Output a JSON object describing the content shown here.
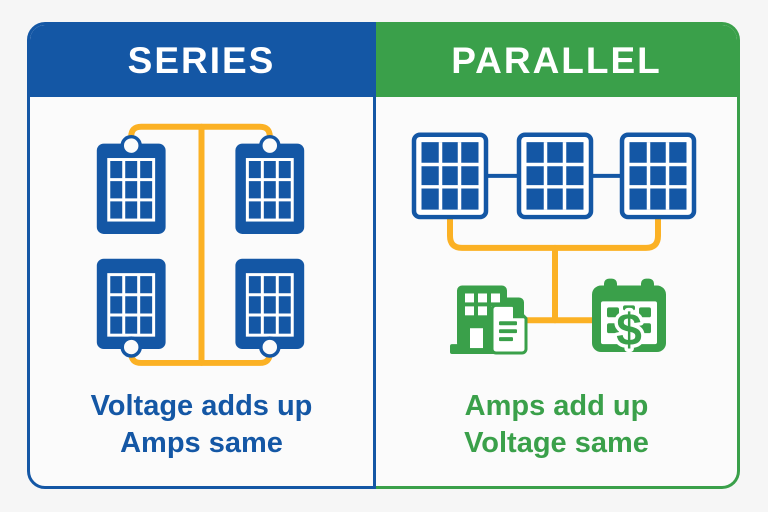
{
  "colors": {
    "blue": "#1457A5",
    "green": "#3AA04A",
    "orange": "#FBB124",
    "page_bg": "#F6F6F6",
    "card_bg": "#FBFBFB",
    "white": "#FFFFFF"
  },
  "series": {
    "header": "SERIES",
    "caption_line1": "Voltage adds up",
    "caption_line2": "Amps same",
    "panel_count": 4
  },
  "parallel": {
    "header": "PARALLEL",
    "caption_line1": "Amps add up",
    "caption_line2": "Voltage same",
    "panel_count": 3
  }
}
